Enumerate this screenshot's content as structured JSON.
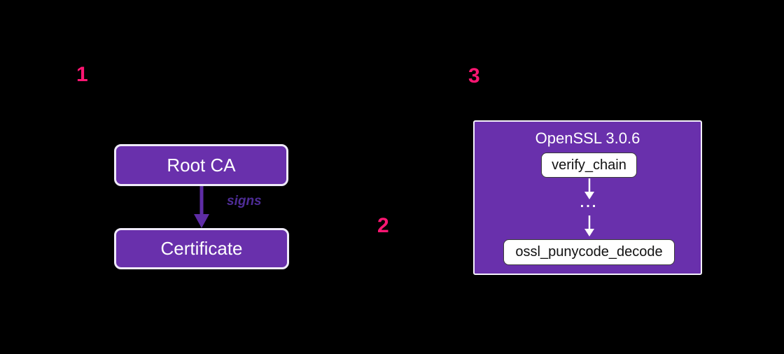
{
  "colors": {
    "background": "#000000",
    "step_number_pink": "#FF1672",
    "box_purple": "#6930AC",
    "box_border_light": "#EFEAF9",
    "arrow_purple": "#5E2CA5",
    "signs_label_purple": "#4E2C96",
    "node_fill_white": "#FFFFFF",
    "node_text_black": "#111111"
  },
  "step_labels": {
    "one": "1",
    "two": "2",
    "three": "3"
  },
  "ca_diagram": {
    "root_ca": "Root CA",
    "arrow_label": "signs",
    "certificate": "Certificate"
  },
  "openssl_panel": {
    "title": "OpenSSL 3.0.6",
    "top_node": "verify_chain",
    "ellipsis": "...",
    "bottom_node": "ossl_punycode_decode"
  }
}
